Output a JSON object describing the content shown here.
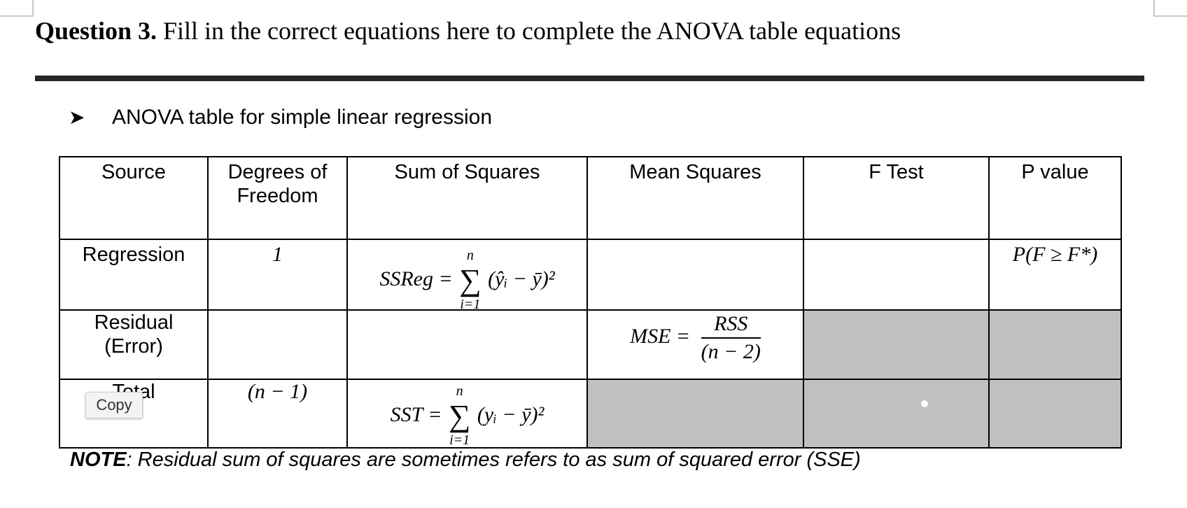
{
  "question": {
    "number": "Question 3.",
    "text": "Fill in the correct equations here to complete the ANOVA table equations"
  },
  "section": {
    "bullet_icon": "arrowhead-bullet-icon",
    "bullet_glyph": "➤",
    "heading": "ANOVA table for simple linear regression"
  },
  "table": {
    "headers": [
      "Source",
      "Degrees of Freedom",
      "Sum of Squares",
      "Mean Squares",
      "F Test",
      "P value"
    ],
    "rows": [
      {
        "source": "Regression",
        "df": "1",
        "ss_lhs": "SSReg =",
        "ss_sum_upper": "n",
        "ss_sum_lower": "i=1",
        "ss_term": "(ŷᵢ − ȳ)²",
        "ms": "",
        "f": "",
        "p": "P(F ≥ F*)"
      },
      {
        "source": "Residual (Error)",
        "df": "",
        "ss": "",
        "ms_lhs": "MSE =",
        "ms_num": "RSS",
        "ms_den": "(n − 2)",
        "f": "",
        "p": ""
      },
      {
        "source": "Total",
        "df": "(n − 1)",
        "ss_lhs": "SST =",
        "ss_sum_upper": "n",
        "ss_sum_lower": "i=1",
        "ss_term": "(yᵢ − ȳ)²",
        "ms": "",
        "f": "",
        "p": ""
      }
    ],
    "shaded_color": "#c0c0c0"
  },
  "note": {
    "label": "NOTE",
    "text": ": Residual sum of squares are sometimes refers to as sum of squared error (SSE)"
  },
  "copy_button": {
    "label": "Copy"
  }
}
